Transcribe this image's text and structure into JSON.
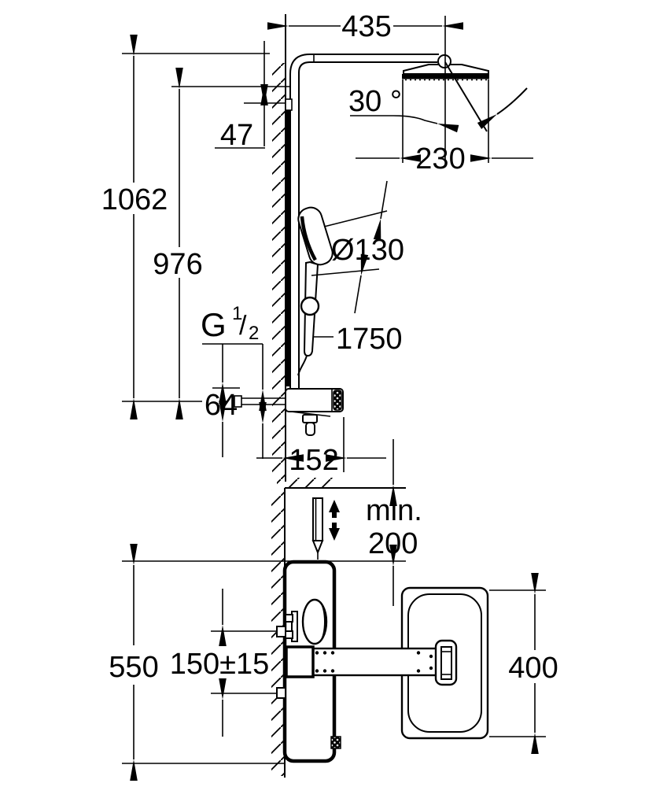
{
  "colors": {
    "line": "#000000",
    "background": "#ffffff"
  },
  "upper": {
    "dim_width_top": "435",
    "dim_angle": "30 °",
    "dim_head": "230",
    "dim_total_height": "1062",
    "dim_rail_height": "976",
    "dim_top_offset": "47",
    "thread": {
      "g": "G",
      "numerator": "1",
      "slash": "/",
      "denominator": "2"
    },
    "dim_valve": "64",
    "dim_depth": "152",
    "dim_handshower": "Ø130",
    "dim_hose": "1750"
  },
  "lower": {
    "min_label": "min.",
    "min_value": "200",
    "dim_height": "550",
    "dim_connections": "150±15",
    "dim_tray": "400"
  }
}
